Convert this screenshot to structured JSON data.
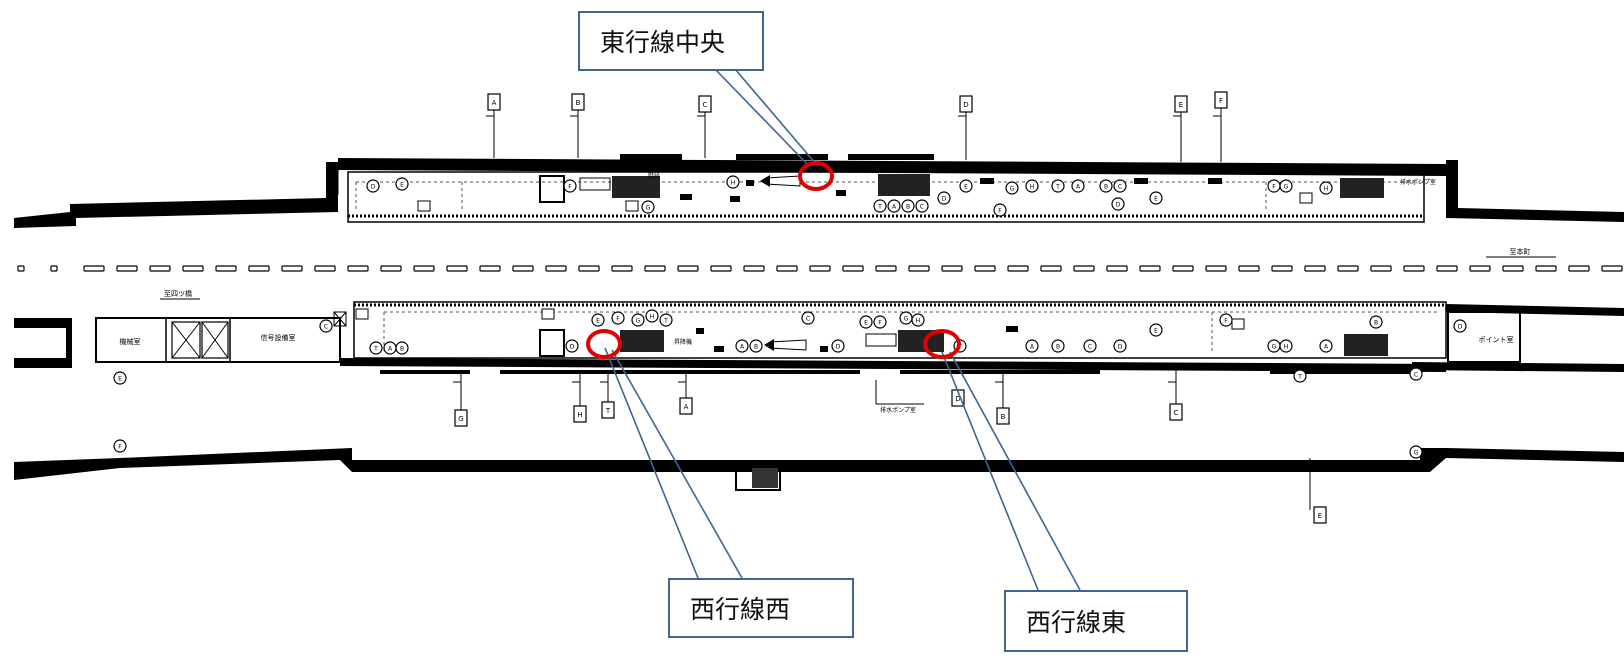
{
  "callouts": {
    "east_center": "東行線中央",
    "west_west": "西行線西",
    "west_east": "西行線東"
  },
  "room_labels": {
    "machine_room": "機械室",
    "signal_room": "信号設備室",
    "point_room": "ポイント室",
    "pump_room": "排水ポンプ室",
    "stairs": "階段",
    "escalator": "昇降機",
    "direction_west": "至四ツ橋",
    "direction_east": "至本町"
  },
  "markers": [
    "A",
    "B",
    "C",
    "D",
    "E",
    "F",
    "G",
    "H",
    "T"
  ],
  "colors": {
    "callout_border": "#3d6690",
    "highlight": "#e00000",
    "walls": "#000000"
  }
}
